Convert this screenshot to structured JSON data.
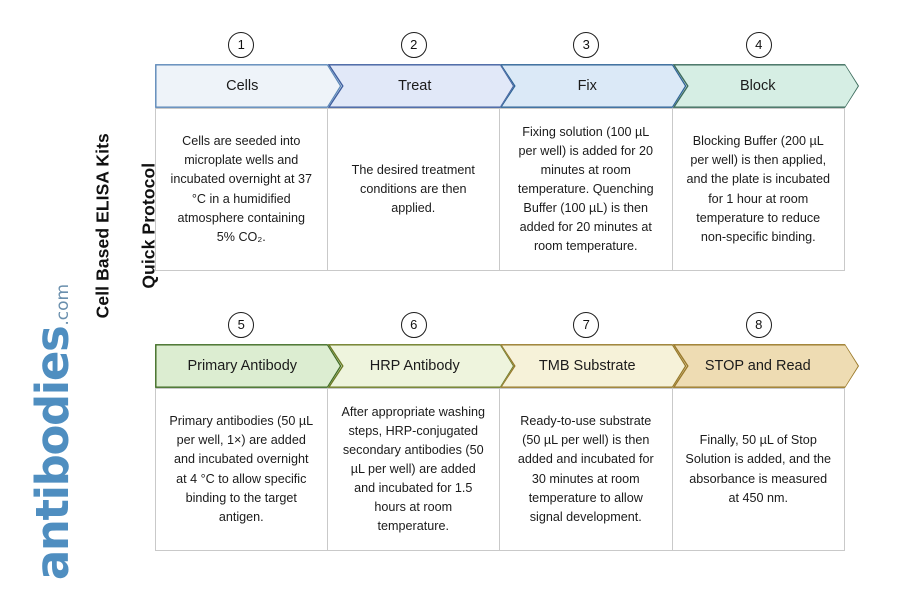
{
  "page": {
    "title_line1": "Cell Based ELISA Kits",
    "title_line2": "Quick Protocol",
    "logo_word": "antibodies",
    "logo_tld": ".com",
    "background": "#ffffff"
  },
  "rows": [
    {
      "id": "row-1",
      "steps": [
        {
          "number": "1",
          "label": "Cells",
          "description": "Cells are seeded into microplate wells and incubated overnight at 37 °C in a humidified atmosphere containing 5% CO₂.",
          "fill": "#eef3f9",
          "stroke": "#5b87b8"
        },
        {
          "number": "2",
          "label": "Treat",
          "description": "The desired treatment conditions are then applied.",
          "fill": "#e1e8f8",
          "stroke": "#3f5e9e"
        },
        {
          "number": "3",
          "label": "Fix",
          "description": "Fixing solution (100 µL per well) is added for 20 minutes at room temperature. Quenching Buffer (100 µL) is then added for 20 minutes at room temperature.",
          "fill": "#dbe9f7",
          "stroke": "#2f6496"
        },
        {
          "number": "4",
          "label": "Block",
          "description": "Blocking Buffer (200 µL per well) is then applied, and the plate is incubated for 1 hour at room temperature to reduce non-specific binding.",
          "fill": "#d6eee4",
          "stroke": "#3d6b5c"
        }
      ]
    },
    {
      "id": "row-2",
      "steps": [
        {
          "number": "5",
          "label": "Primary Antibody",
          "description": "Primary antibodies (50 µL per well, 1×) are added and incubated overnight at 4 °C to allow specific binding to the target antigen.",
          "fill": "#dcedd1",
          "stroke": "#3f6b24"
        },
        {
          "number": "6",
          "label": "HRP Antibody",
          "description": "After appropriate washing steps, HRP-conjugated secondary antibodies (50 µL per well) are added and incubated for 1.5 hours at room temperature.",
          "fill": "#eef4dd",
          "stroke": "#6b7a24"
        },
        {
          "number": "7",
          "label": "TMB Substrate",
          "description": "Ready-to-use substrate (50 µL per well) is then added and incubated for 30 minutes at room temperature to allow signal development.",
          "fill": "#f6f2d9",
          "stroke": "#97792a"
        },
        {
          "number": "8",
          "label": "STOP and Read",
          "description": "Finally, 50 µL of Stop Solution is added, and the absorbance is measured at 450 nm.",
          "fill": "#eedcb3",
          "stroke": "#9a7a2c"
        }
      ]
    }
  ]
}
